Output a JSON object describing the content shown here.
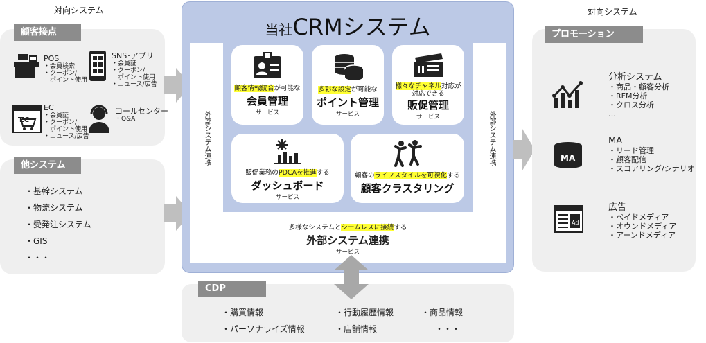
{
  "left": {
    "heading": "対向システム",
    "touchpoints": {
      "header": "顧客接点",
      "pos": {
        "title": "POS",
        "lines": [
          "・会員検索",
          "・クーポン/",
          "　ポイント使用"
        ]
      },
      "sns": {
        "title": "SNS･アプリ",
        "lines": [
          "・会員証",
          "・クーポン/",
          "　ポイント使用",
          "・ニュース/広告"
        ]
      },
      "ec": {
        "title": "EC",
        "lines": [
          "・会員証",
          "・クーポン/",
          "　ポイント使用",
          "・ニュース/広告"
        ]
      },
      "call": {
        "title": "コールセンター",
        "lines": [
          "・Q&A"
        ]
      }
    },
    "other": {
      "header": "他システム",
      "items": [
        "・基幹システム",
        "・物流システム",
        "・受発注システム",
        "・GIS",
        "・・・"
      ]
    }
  },
  "crm": {
    "title_prefix": "当社",
    "title_main": "CRMシステム",
    "side_left": "外部システム連携",
    "side_right": "外部システム連携",
    "cards": [
      {
        "desc_hl": "顧客情報統合",
        "desc_rest": "が可能な",
        "desc2": "",
        "name": "会員管理",
        "sub": "サービス"
      },
      {
        "desc_hl": "多彩な設定",
        "desc_rest": "が可能な",
        "desc2": "",
        "name": "ポイント管理",
        "sub": "サービス"
      },
      {
        "desc_hl": "様々なチャネル",
        "desc_rest": "対応が",
        "desc2": "対応できる",
        "name": "販促管理",
        "sub": "サービス"
      },
      {
        "desc_pre": "販促業務の",
        "desc_hl": "PDCAを推進",
        "desc_rest": "する",
        "name": "ダッシュボード",
        "sub": "サービス"
      },
      {
        "desc_pre": "顧客の",
        "desc_hl": "ライフスタイルを可視化",
        "desc_rest": "する",
        "name": "顧客クラスタリング",
        "sub": ""
      }
    ],
    "external": {
      "desc_pre": "多様なシステムと",
      "desc_hl": "シームレスに接続",
      "desc_rest": "する",
      "name": "外部システム連携",
      "sub": "サービス"
    }
  },
  "right": {
    "heading": "対向システム",
    "header": "プロモーション",
    "groups": [
      {
        "title": "分析システム",
        "items": [
          "・商品・顧客分析",
          "・RFM分析",
          "・クロス分析",
          "…"
        ]
      },
      {
        "title": "MA",
        "items": [
          "・リード管理",
          "・顧客配信",
          "・スコアリング/シナリオ"
        ],
        "icon_label": "MA"
      },
      {
        "title": "広告",
        "items": [
          "・ペイドメディア",
          "・オウンドメディア",
          "・アーンドメディア"
        ],
        "icon_label": "Ad"
      }
    ]
  },
  "cdp": {
    "header": "CDP",
    "items": [
      "・購買情報",
      "・行動履歴情報",
      "・商品情報",
      "・パーソナライズ情報",
      "・店舗情報",
      "・・・"
    ]
  }
}
